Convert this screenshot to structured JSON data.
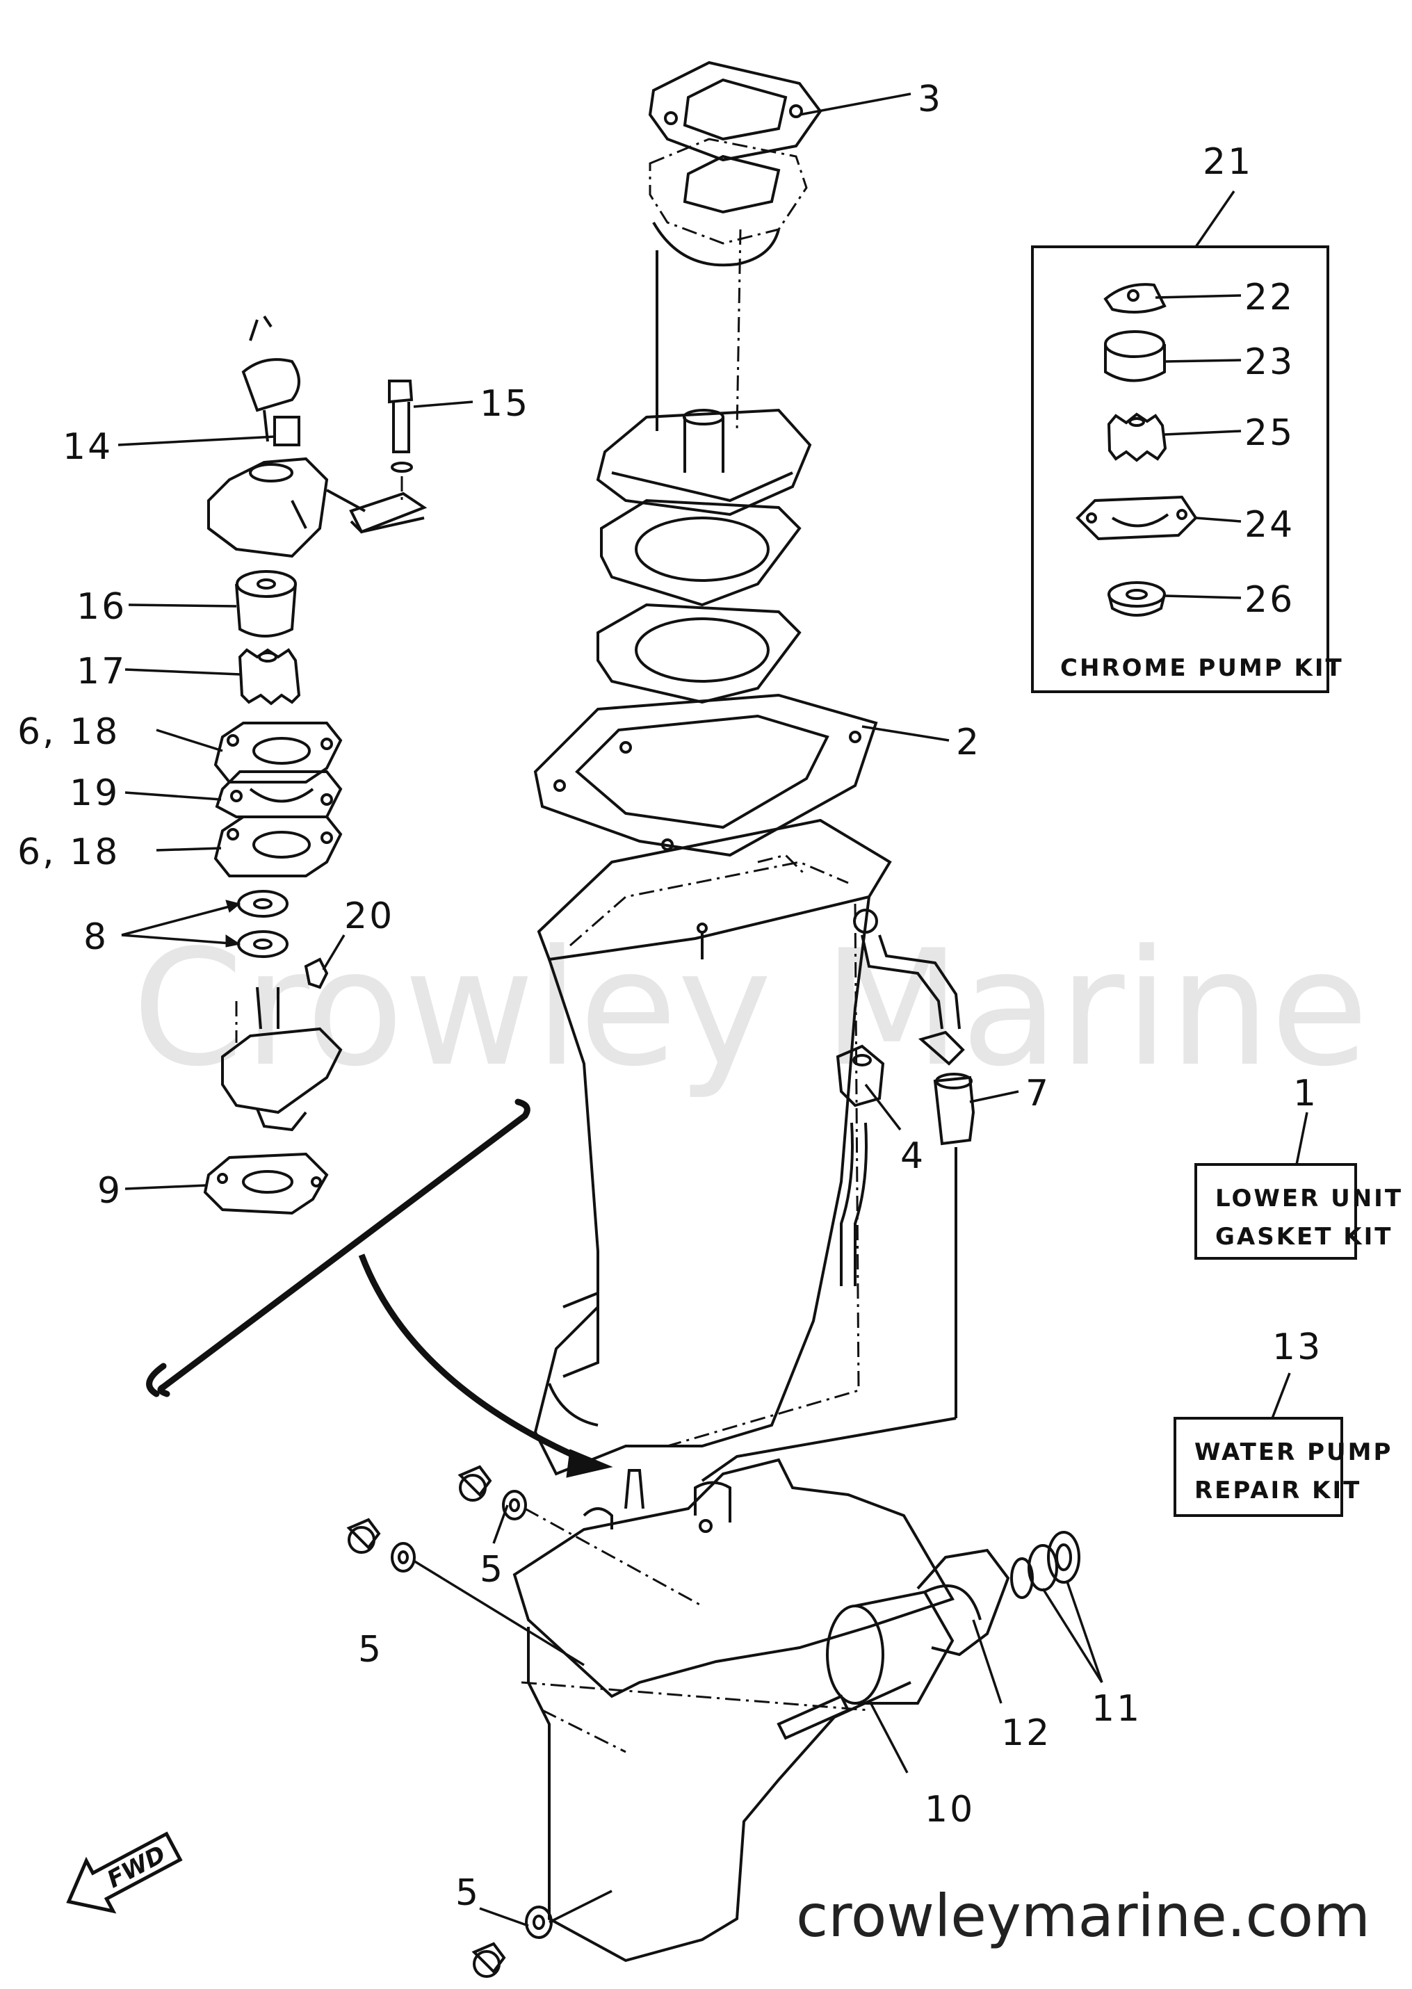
{
  "callouts": {
    "c1": "1",
    "c2": "2",
    "c3": "3",
    "c4": "4",
    "c5a": "5",
    "c5b": "5",
    "c5c": "5",
    "c6_18a": "6, 18",
    "c6_18b": "6, 18",
    "c7": "7",
    "c8": "8",
    "c9": "9",
    "c10": "10",
    "c11": "11",
    "c12": "12",
    "c13": "13",
    "c14": "14",
    "c15": "15",
    "c16": "16",
    "c17": "17",
    "c19": "19",
    "c20": "20",
    "c21": "21",
    "c22": "22",
    "c23": "23",
    "c24": "24",
    "c25": "25",
    "c26": "26"
  },
  "kits": {
    "chrome_pump": "CHROME PUMP KIT",
    "lower_unit_l1": "LOWER UNIT",
    "lower_unit_l2": "GASKET KIT",
    "water_pump_l1": "WATER PUMP",
    "water_pump_l2": "REPAIR KIT"
  },
  "direction_label": "FWD",
  "watermark": "Crowley Marine",
  "site": "crowleymarine.com"
}
